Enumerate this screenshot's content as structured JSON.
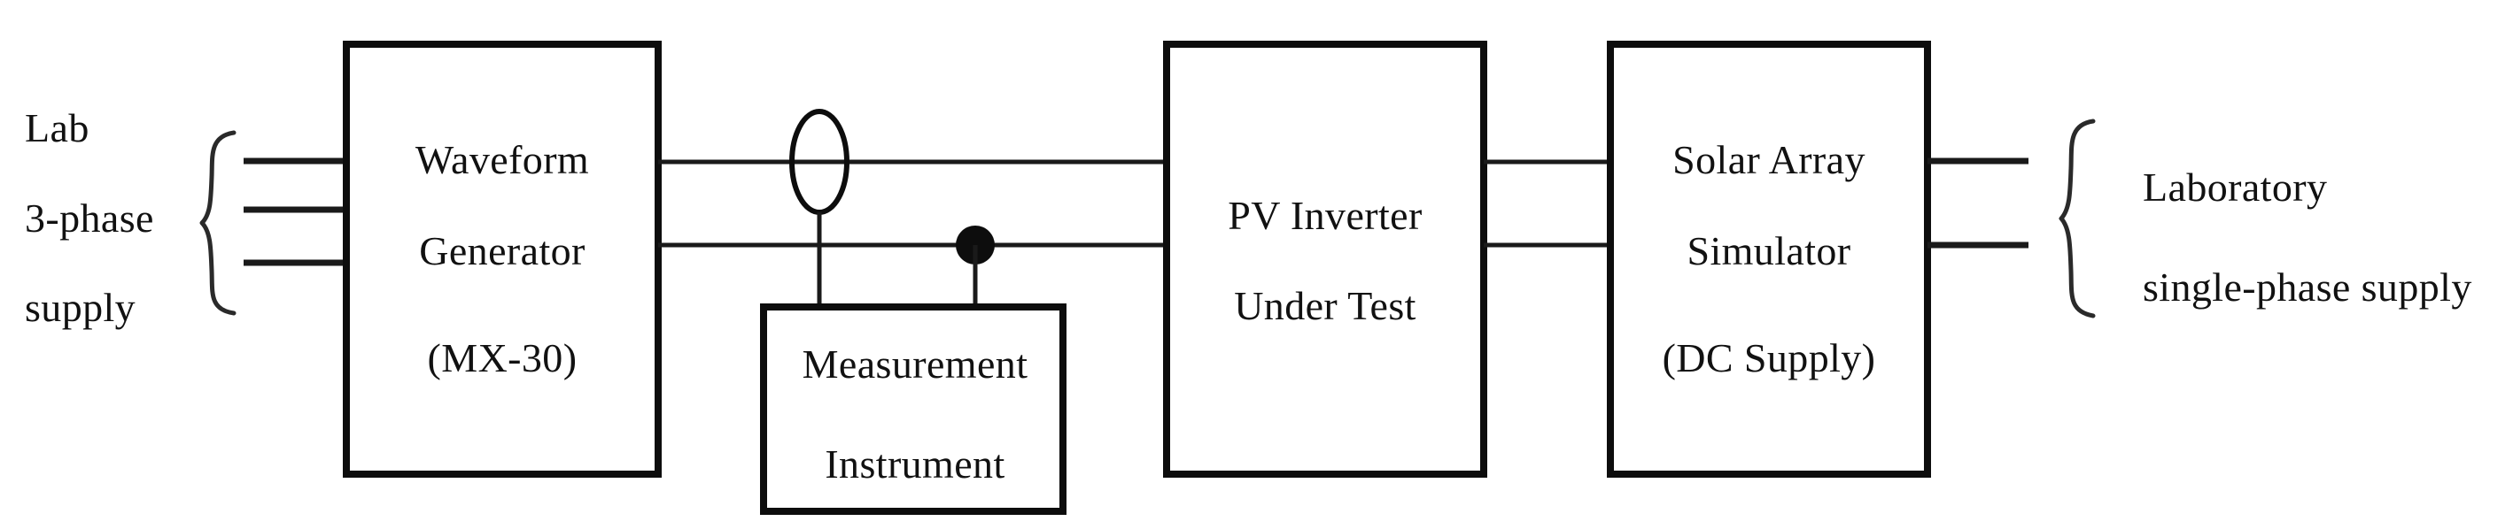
{
  "diagram": {
    "title": "PV inverter laboratory test setup block diagram",
    "colors": {
      "stroke": "#0d0d0d",
      "wire": "#1a1a1a",
      "background": "#ffffff",
      "text": "#111111"
    },
    "left_annotation": {
      "name": "lab-three-phase-supply-label",
      "lines": [
        "Lab",
        "3-phase",
        "supply"
      ],
      "brace": "left-curly-brace",
      "wire_count": 3
    },
    "right_annotation": {
      "name": "laboratory-single-phase-supply-label",
      "lines": [
        "Laboratory",
        "single-phase supply"
      ],
      "brace": "right-curly-brace",
      "wire_count": 2
    },
    "blocks": [
      {
        "id": "waveform-generator",
        "lines": [
          "Waveform",
          "Generator",
          "(MX-30)"
        ]
      },
      {
        "id": "measurement-instrument",
        "lines": [
          "Measurement",
          "Instrument"
        ]
      },
      {
        "id": "pv-inverter",
        "lines": [
          "PV Inverter",
          "Under Test"
        ]
      },
      {
        "id": "solar-array-simulator",
        "lines": [
          "Solar Array",
          "Simulator",
          "(DC Supply)"
        ]
      }
    ],
    "symbols": [
      {
        "id": "current-transformer-probe",
        "shape": "ellipse"
      },
      {
        "id": "voltage-tap-junction",
        "shape": "filled-dot"
      }
    ]
  }
}
